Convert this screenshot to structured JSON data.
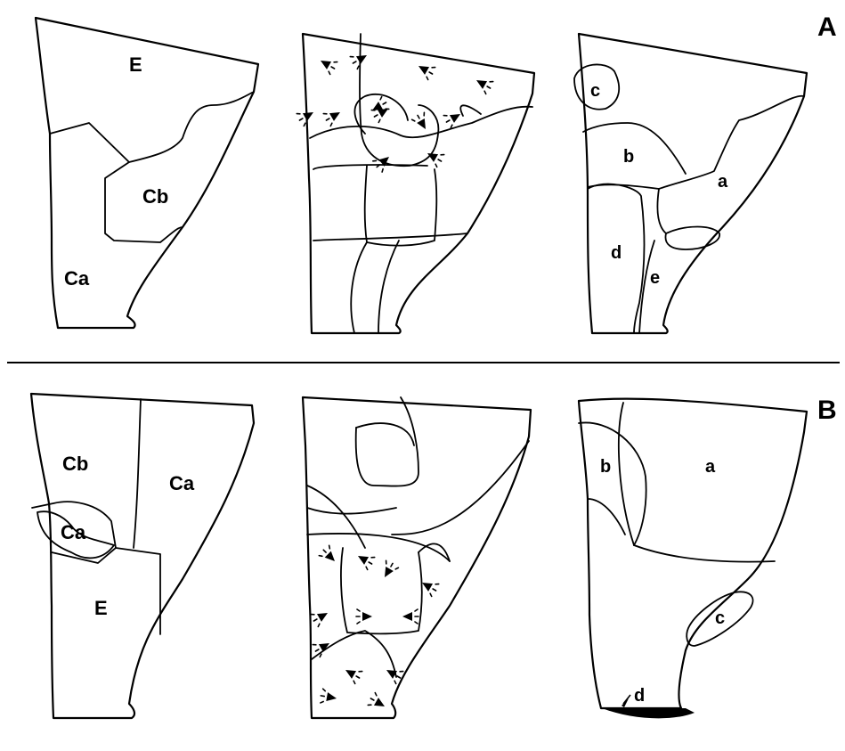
{
  "panels": [
    {
      "letter": "A",
      "left_labels": [
        "E",
        "Cb",
        "Ca"
      ],
      "right_labels": [
        "c",
        "b",
        "a",
        "d",
        "e"
      ]
    },
    {
      "letter": "B",
      "left_labels": [
        "Cb",
        "Ca",
        "Ca",
        "E"
      ],
      "right_labels": [
        "b",
        "a",
        "c",
        "d"
      ]
    }
  ]
}
